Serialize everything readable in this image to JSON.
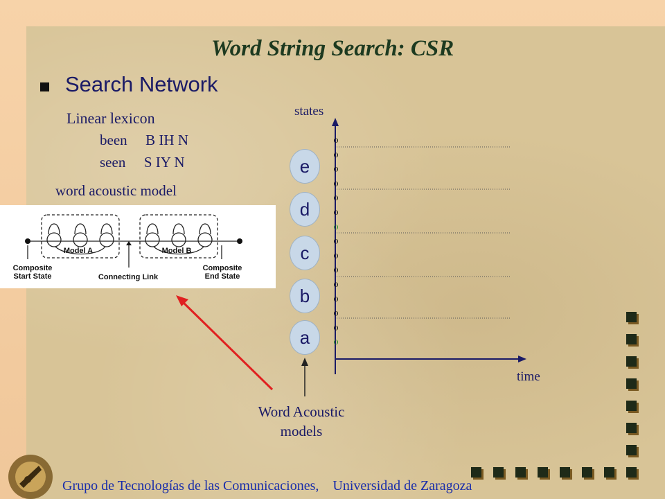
{
  "title": "Word String Search: CSR",
  "bullet": "Search Network",
  "lexicon": {
    "heading": "Linear lexicon",
    "entries": [
      {
        "word": "been",
        "phones": "B IH N"
      },
      {
        "word": "seen",
        "phones": "S IY N"
      }
    ]
  },
  "word_acoustic_model_label": "word acoustic model",
  "model_diagram": {
    "model_a": "Model A",
    "model_b": "Model B",
    "start_label": "Composite Start State",
    "link_label": "Connecting Link",
    "end_label": "Composite End State"
  },
  "grid": {
    "states_label": "states",
    "time_label": "time",
    "state_symbol": "o",
    "word_models": [
      "e",
      "d",
      "c",
      "b",
      "a"
    ]
  },
  "word_acoustic_models_label": "Word Acoustic models",
  "footer": {
    "group": "Grupo de Tecnologías de las Comunicaciones,",
    "university": "Universidad de Zaragoza"
  },
  "colors": {
    "title": "#1d3a20",
    "text": "#1a1a66",
    "footer": "#1a2eaa",
    "arrow": "#e02020",
    "word_circle": "#c8d8e8",
    "highlight_state": "#2a8a2a"
  }
}
